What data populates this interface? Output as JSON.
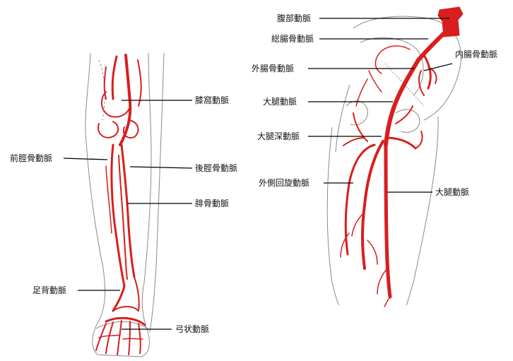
{
  "figures": {
    "left_leg": {
      "labels": [
        {
          "id": "popliteal",
          "text": "膝窩動脈"
        },
        {
          "id": "anterior_tibial",
          "text": "前脛骨動脈"
        },
        {
          "id": "posterior_tibial",
          "text": "後脛骨動脈"
        },
        {
          "id": "peroneal",
          "text": "腓骨動脈"
        },
        {
          "id": "dorsalis_pedis",
          "text": "足背動脈"
        },
        {
          "id": "arcuate",
          "text": "弓状動脈"
        }
      ]
    },
    "right_thigh": {
      "labels": [
        {
          "id": "abdominal_aorta",
          "text": "腹部動脈"
        },
        {
          "id": "common_iliac",
          "text": "総腸骨動脈"
        },
        {
          "id": "external_iliac",
          "text": "外腸骨動脈"
        },
        {
          "id": "internal_iliac",
          "text": "内腸骨動脈"
        },
        {
          "id": "femoral",
          "text": "大腿動脈"
        },
        {
          "id": "deep_femoral",
          "text": "大腿深動脈"
        },
        {
          "id": "lateral_circumflex",
          "text": "外側回旋動脈"
        },
        {
          "id": "femoral_lower",
          "text": "大腿動脈"
        }
      ]
    }
  },
  "colors": {
    "artery": "#d81e1e",
    "outline": "#8a8a8a",
    "leader": "#000000"
  }
}
